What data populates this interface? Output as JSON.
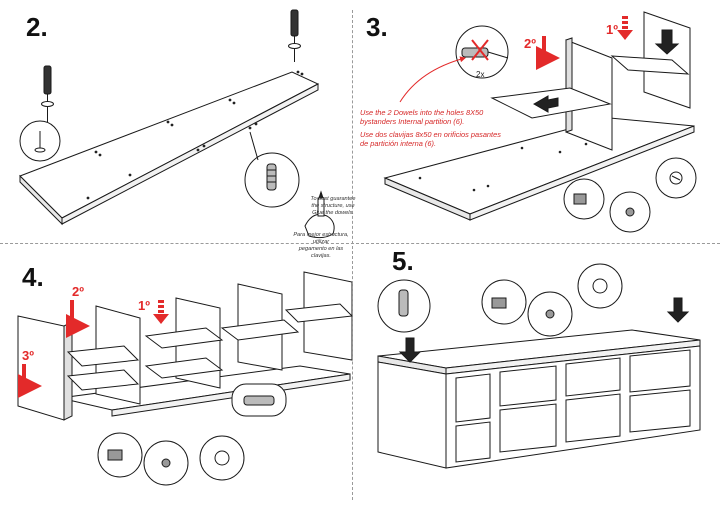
{
  "steps": [
    {
      "number": "2."
    },
    {
      "number": "3."
    },
    {
      "number": "4."
    },
    {
      "number": "5."
    }
  ],
  "step3": {
    "order_first": "1º",
    "order_second": "2º",
    "dowel_count": "2x",
    "note_en": [
      "Use the 2 Dowels into the holes 8X50",
      "bystanders Internal partition (6)."
    ],
    "note_es": [
      "Use dos clavijas 8x50 en orificios pasantes",
      "de partición interna (6)."
    ]
  },
  "step2": {
    "tip_en": [
      "To best guarantee",
      "the structure, use",
      "Glue the dowels."
    ],
    "tip_es": [
      "Para mejor estructura, utilizar",
      "pegamento en las clavijas."
    ]
  },
  "step4": {
    "order_first": "1º",
    "order_second": "2º",
    "order_third": "3º"
  },
  "colors": {
    "accent": "#e32a2a",
    "line": "#1a1a1a",
    "divider": "#9a9a9a"
  }
}
